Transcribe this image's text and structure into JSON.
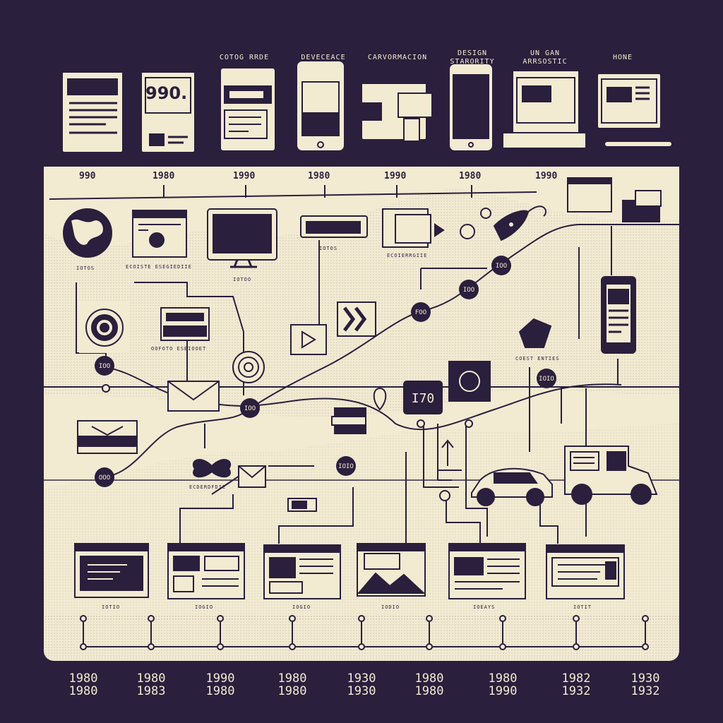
{
  "top_headings": [
    "COTOG RRDE",
    "DEVECEACE",
    "CARVORMACION",
    "DESIGN STARORITY",
    "UN GAN ARRSOSTIC",
    "HONE"
  ],
  "top_years": [
    "990",
    "1980",
    "1990",
    "1980",
    "1990",
    "1980",
    "1990"
  ],
  "screen_text": "990.",
  "icon_captions": [
    "IOTOS",
    "ECOISTE ESEGIEDIIE",
    "IOTOO",
    "IOTOS",
    "ECOIERRGIIE",
    "OOFOTO ESEIOOET",
    "ECDERDFDIE",
    "COEST ENTIES"
  ],
  "node_labels": [
    "IOO",
    "IOO",
    "OOO",
    "FOO",
    "IOO",
    "IOO",
    "IOIO",
    "IOIO"
  ],
  "big_box_label": "I70",
  "card_captions": [
    "IOTIO",
    "IOGIO",
    "IOGIO",
    "IODIO",
    "IOEAYS",
    "IOTIT"
  ],
  "bottom_years": [
    [
      "1980",
      "1980"
    ],
    [
      "1980",
      "1983"
    ],
    [
      "1990",
      "1980"
    ],
    [
      "1980",
      "1980"
    ],
    [
      "1930",
      "1930"
    ],
    [
      "1980",
      "1980"
    ],
    [
      "1980",
      "1990"
    ],
    [
      "1982",
      "1932"
    ],
    [
      "1930",
      "1932"
    ]
  ],
  "colors": {
    "background": "#2a1f3c",
    "paper": "#f3ead2",
    "ink": "#2a1f3c",
    "shade": "#dcd1b6"
  },
  "icons": [
    "globe-icon",
    "monitor-icon",
    "target-icon",
    "mail-icon",
    "play-icon",
    "chevron-right-icon",
    "butterfly-icon",
    "car-icon",
    "van-icon",
    "phone-icon",
    "map-pin-icon",
    "rocket-icon",
    "books-icon"
  ]
}
